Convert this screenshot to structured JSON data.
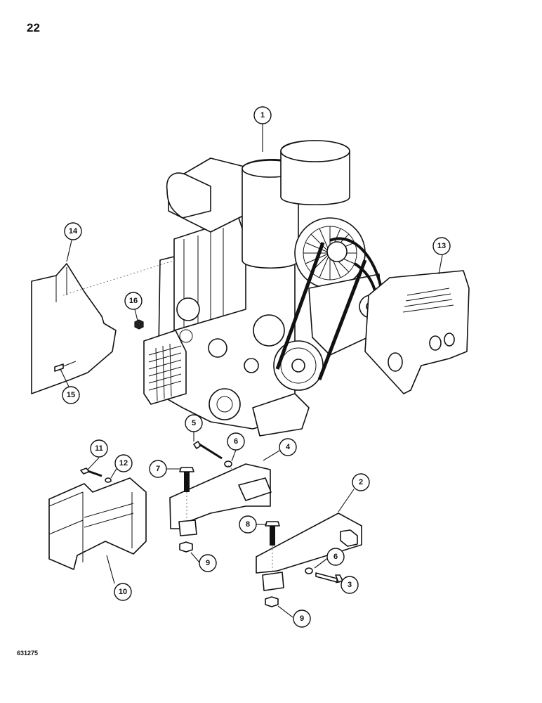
{
  "page": {
    "number": "22",
    "figure_code": "631275"
  },
  "callouts": [
    {
      "id": "1",
      "label": "1"
    },
    {
      "id": "2",
      "label": "2"
    },
    {
      "id": "3",
      "label": "3"
    },
    {
      "id": "4",
      "label": "4"
    },
    {
      "id": "5",
      "label": "5"
    },
    {
      "id": "6a",
      "label": "6"
    },
    {
      "id": "6b",
      "label": "6"
    },
    {
      "id": "7",
      "label": "7"
    },
    {
      "id": "8",
      "label": "8"
    },
    {
      "id": "9a",
      "label": "9"
    },
    {
      "id": "9b",
      "label": "9"
    },
    {
      "id": "10",
      "label": "10"
    },
    {
      "id": "11",
      "label": "11"
    },
    {
      "id": "12",
      "label": "12"
    },
    {
      "id": "13",
      "label": "13"
    },
    {
      "id": "14",
      "label": "14"
    },
    {
      "id": "15",
      "label": "15"
    },
    {
      "id": "16",
      "label": "16"
    }
  ]
}
